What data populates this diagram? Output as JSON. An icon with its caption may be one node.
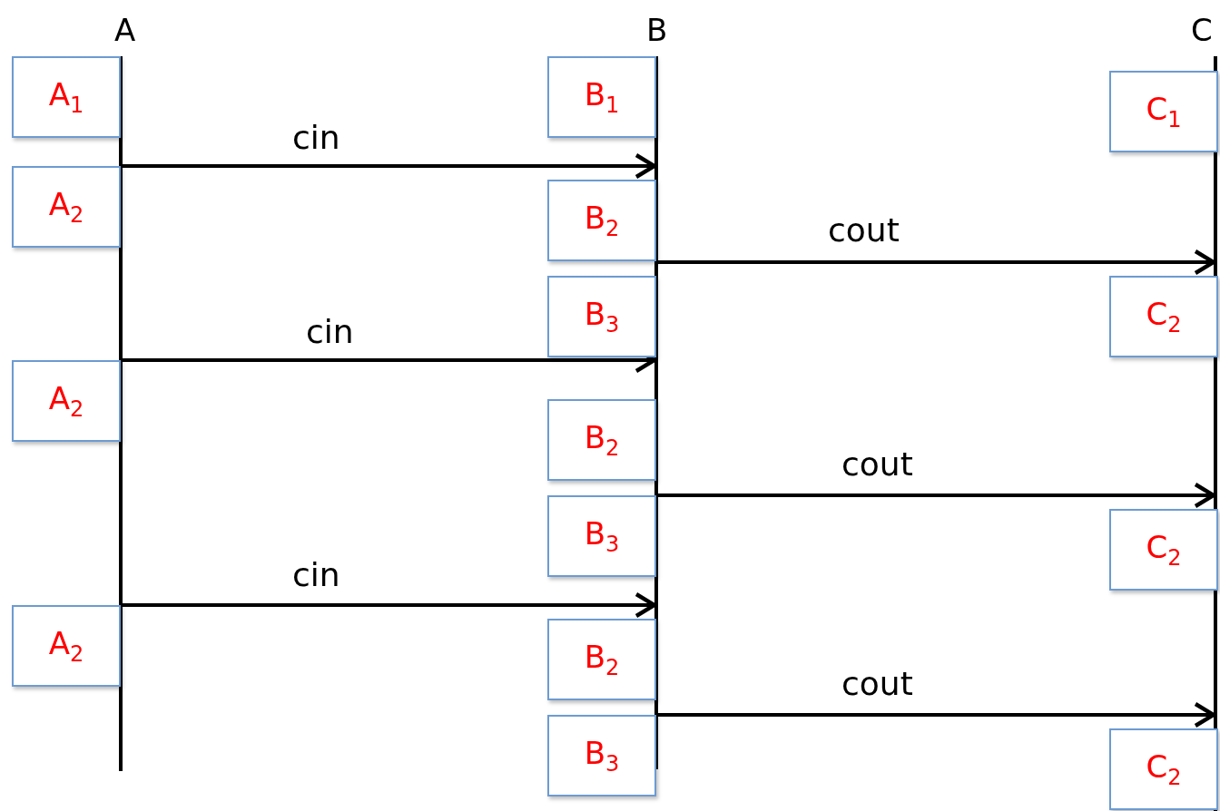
{
  "diagram": {
    "nodes": [
      {
        "text": [],
        "shape": "bar",
        "beside": [
          "A"
        ]
      },
      {
        "text": [],
        "shape": "bar",
        "beside": [
          "B"
        ]
      },
      {
        "text": [],
        "shape": "bar",
        "beside": [
          "C"
        ]
      },
      {
        "text": [
          "A$_{1}$"
        ]
      },
      {
        "text": [
          "A$_{2}$"
        ]
      },
      {
        "text": [
          "A$_{2}$"
        ]
      },
      {
        "text": [
          "A$_{2}$"
        ]
      },
      {
        "text": [
          "B$_{1}$"
        ]
      },
      {
        "text": [
          "B$_{2}$"
        ]
      },
      {
        "text": [
          "B$_{3}$"
        ]
      },
      {
        "text": [
          "B$_{2}$"
        ]
      },
      {
        "text": [
          "B$_{3}$"
        ]
      },
      {
        "text": [
          "B$_{2}$"
        ]
      },
      {
        "text": [
          "B$_{3}$"
        ]
      },
      {
        "text": [
          "C$_{1}$"
        ]
      },
      {
        "text": [
          "C$_{2}$"
        ]
      },
      {
        "text": [
          "C$_{2}$"
        ]
      },
      {
        "text": [
          "C$_{2}$"
        ]
      }
    ],
    "edges": [
      {
        "from": 0,
        "to": 1,
        "arrow": "to",
        "label": "cin"
      },
      {
        "from": 1,
        "to": 2,
        "arrow": "to",
        "label": "cout"
      },
      {
        "from": 0,
        "to": 1,
        "arrow": "to",
        "label": "cin"
      },
      {
        "from": 1,
        "to": 2,
        "arrow": "to",
        "label": "cout"
      },
      {
        "from": 0,
        "to": 1,
        "arrow": "to",
        "label": "cin"
      },
      {
        "from": 1,
        "to": 2,
        "arrow": "to",
        "label": "cout"
      }
    ]
  }
}
